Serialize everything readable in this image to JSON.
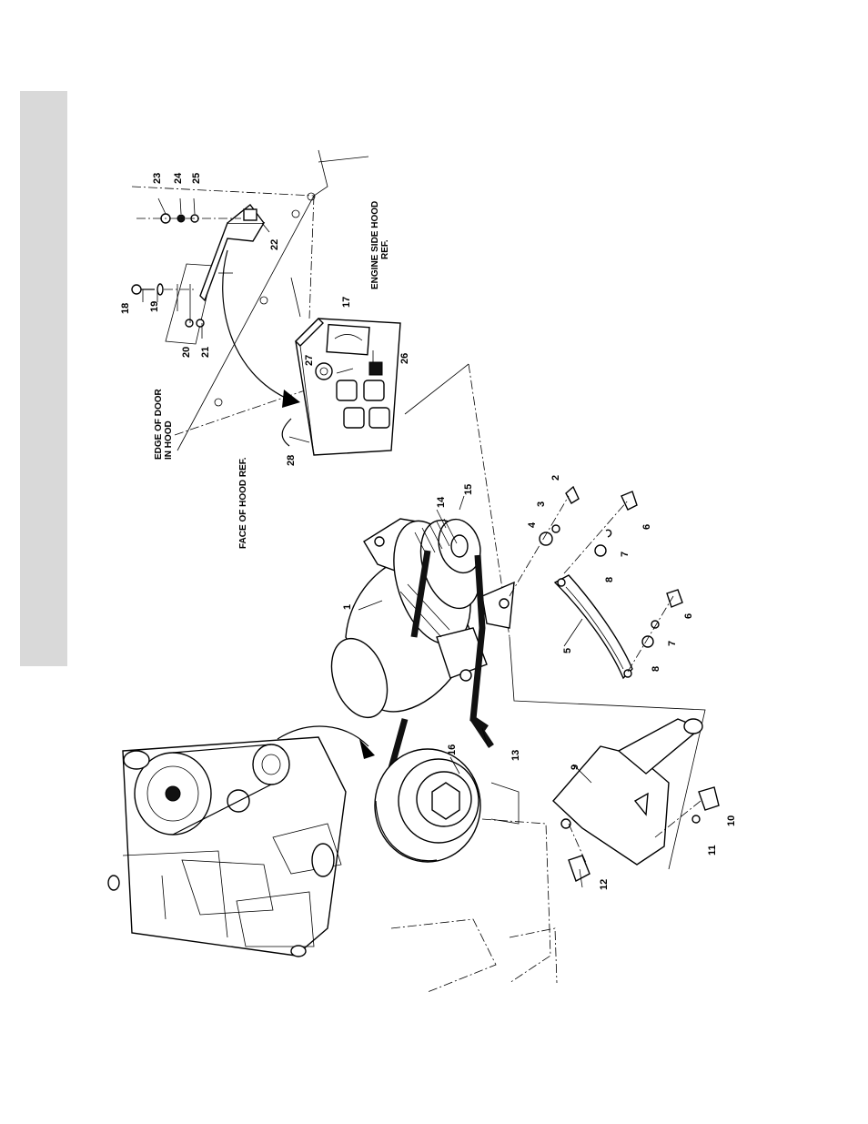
{
  "page": {
    "tab_color": "#d9d9d9"
  },
  "labels": {
    "face_of_hood": "FACE OF HOOD REF.",
    "edge_of_door_1": "EDGE OF DOOR",
    "edge_of_door_2": "IN HOOD",
    "engine_side_1": "ENGINE SIDE HOOD",
    "engine_side_2": "REF."
  },
  "callouts": [
    "1",
    "2",
    "3",
    "4",
    "5",
    "6",
    "6",
    "7",
    "7",
    "8",
    "8",
    "9",
    "10",
    "11",
    "12",
    "13",
    "14",
    "15",
    "16",
    "17",
    "18",
    "19",
    "20",
    "21",
    "22",
    "23",
    "24",
    "25",
    "26",
    "27",
    "28"
  ]
}
